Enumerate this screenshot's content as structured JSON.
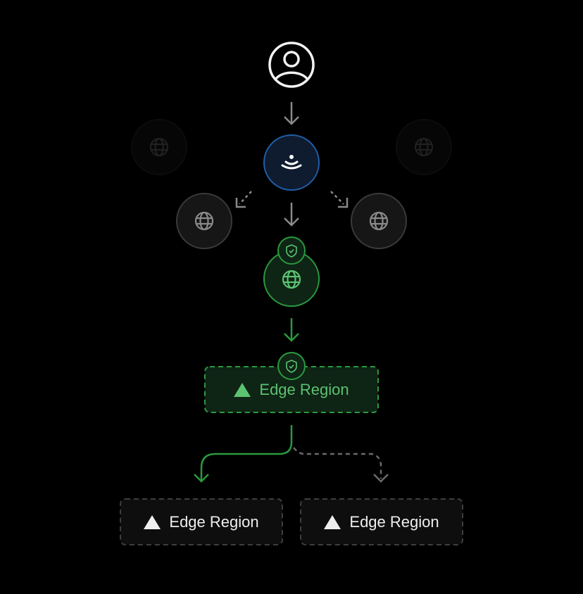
{
  "nodes": {
    "user": {
      "icon": "user-icon"
    },
    "entry": {
      "icon": "wifi-signal-icon"
    },
    "faded_servers": [
      {
        "icon": "globe-icon"
      },
      {
        "icon": "globe-icon"
      }
    ],
    "side_servers": [
      {
        "icon": "globe-icon"
      },
      {
        "icon": "globe-icon"
      }
    ],
    "selected_server": {
      "icon": "globe-icon",
      "badge_icon": "shield-check-icon"
    },
    "primary_region": {
      "label": "Edge Region",
      "icon": "triangle-icon",
      "badge_icon": "shield-check-icon"
    },
    "regions": [
      {
        "label": "Edge Region",
        "icon": "triangle-icon"
      },
      {
        "label": "Edge Region",
        "icon": "triangle-icon"
      }
    ]
  },
  "colors": {
    "active": "#2a9a3e",
    "active_text": "#5cc271",
    "entry": "#1f5fa8",
    "inactive": "#3a3a3a"
  }
}
